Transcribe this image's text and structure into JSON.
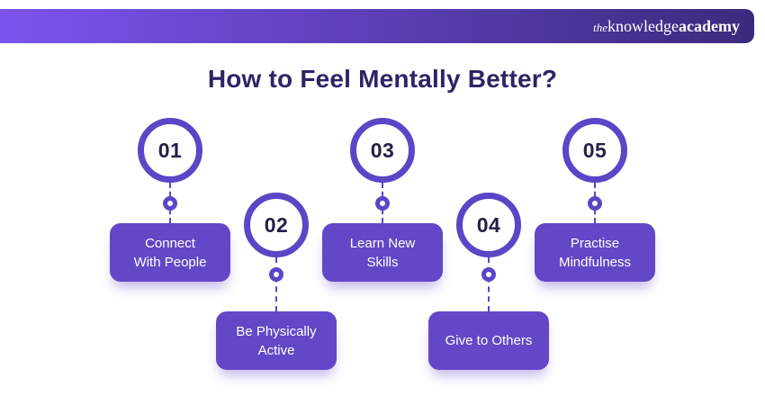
{
  "header": {
    "logo": {
      "the": "the",
      "knowledge": "knowledge",
      "academy": "academy"
    }
  },
  "title": "How to Feel Mentally Better?",
  "steps": [
    {
      "number": "01",
      "label": "Connect With People",
      "lines": [
        "Connect",
        "With People"
      ]
    },
    {
      "number": "02",
      "label": "Be Physically Active",
      "lines": [
        "Be Physically",
        "Active"
      ]
    },
    {
      "number": "03",
      "label": "Learn New Skills",
      "lines": [
        "Learn New",
        "Skills"
      ]
    },
    {
      "number": "04",
      "label": "Give to Others",
      "lines": [
        "Give to Others"
      ]
    },
    {
      "number": "05",
      "label": "Practise Mindfulness",
      "lines": [
        "Practise",
        "Mindfulness"
      ]
    }
  ],
  "colors": {
    "header_gradient_left": "#7d53ee",
    "header_gradient_right": "#3b2a7d",
    "accent_purple": "#5a46c6",
    "card_purple": "#6347c6",
    "title_dark": "#2d2566",
    "number_dark": "#262047",
    "text_white": "#ffffff"
  }
}
